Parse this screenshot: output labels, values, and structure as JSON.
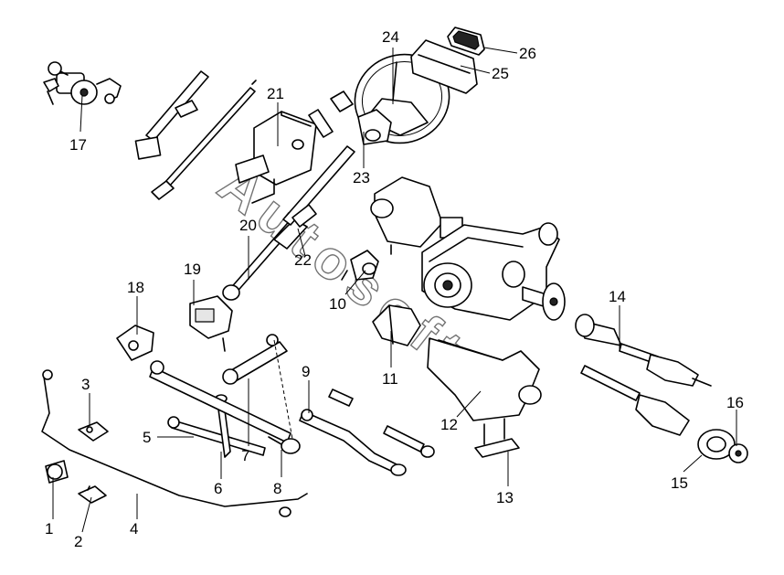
{
  "diagram": {
    "watermark": "Autosoft",
    "callouts": [
      {
        "id": "c1",
        "label": "1"
      },
      {
        "id": "c2",
        "label": "2"
      },
      {
        "id": "c3",
        "label": "3"
      },
      {
        "id": "c4",
        "label": "4"
      },
      {
        "id": "c5",
        "label": "5"
      },
      {
        "id": "c6",
        "label": "6"
      },
      {
        "id": "c7",
        "label": "7"
      },
      {
        "id": "c8",
        "label": "8"
      },
      {
        "id": "c9",
        "label": "9"
      },
      {
        "id": "c10",
        "label": "10"
      },
      {
        "id": "c11",
        "label": "11"
      },
      {
        "id": "c12",
        "label": "12"
      },
      {
        "id": "c13",
        "label": "13"
      },
      {
        "id": "c14",
        "label": "14"
      },
      {
        "id": "c15",
        "label": "15"
      },
      {
        "id": "c16",
        "label": "16"
      },
      {
        "id": "c17",
        "label": "17"
      },
      {
        "id": "c18",
        "label": "18"
      },
      {
        "id": "c19",
        "label": "19"
      },
      {
        "id": "c20",
        "label": "20"
      },
      {
        "id": "c21",
        "label": "21"
      },
      {
        "id": "c22",
        "label": "22"
      },
      {
        "id": "c23",
        "label": "23"
      },
      {
        "id": "c24",
        "label": "24"
      },
      {
        "id": "c25",
        "label": "25"
      },
      {
        "id": "c26",
        "label": "26"
      }
    ]
  }
}
